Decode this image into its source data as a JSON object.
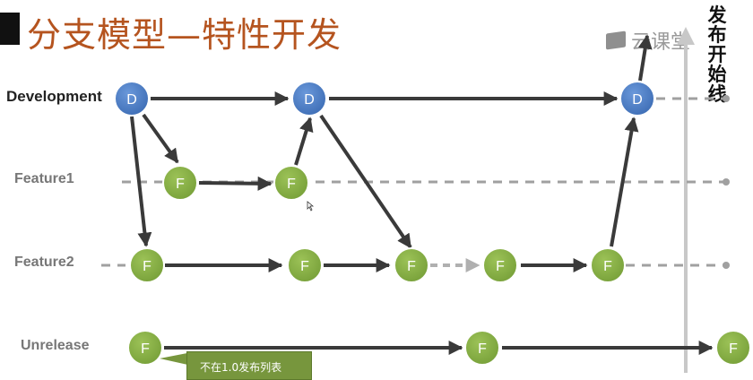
{
  "title": "分支模型—特性开发",
  "watermark": "云课堂",
  "release_label": "发布开始线",
  "lanes": {
    "development": "Development",
    "feature1": "Feature1",
    "feature2": "Feature2",
    "unrelease": "Unrelease"
  },
  "node_letters": {
    "development": "D",
    "feature": "F"
  },
  "callout": "不在1.0发布列表",
  "colors": {
    "title": "#b5541f",
    "development_node": "#4a7bc4",
    "feature_node": "#84ab43",
    "arrow": "#3a3a3a",
    "dashed_line": "#a0a0a0",
    "release_line": "#c8c8c8"
  }
}
